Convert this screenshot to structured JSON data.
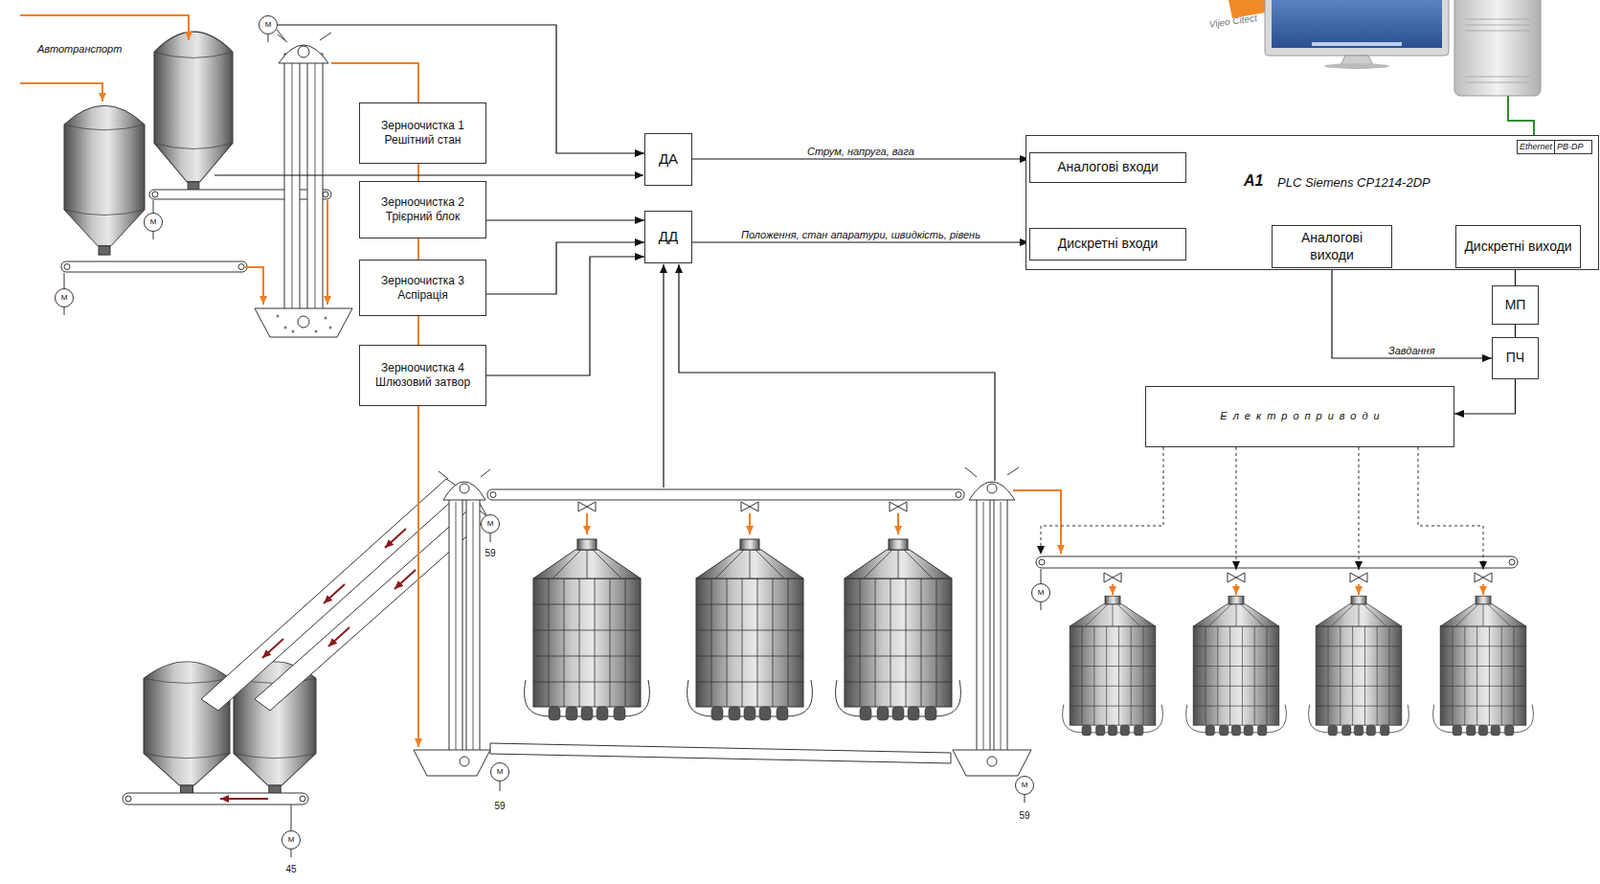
{
  "diagram": {
    "nodes": [
      {
        "text": [
          "M"
        ]
      },
      {
        "text": [
          "Зерноочистка 1 Решітний стан"
        ]
      },
      {
        "text": [
          "Зерноочистка 2 Трієрний блок"
        ]
      },
      {
        "text": [
          "Зерноочистка 3 Аспірація"
        ]
      },
      {
        "text": [
          "Зерноочистка 4 Шлюзовий затвор"
        ]
      },
      {
        "text": [
          "ДА"
        ]
      },
      {
        "text": [
          "ДД"
        ]
      },
      {
        "text": [
          "A1",
          "PLC Siemens CP1214-2DP"
        ]
      },
      {
        "text": [
          "Ethernet"
        ],
        "in": 7
      },
      {
        "text": [
          "PB-DP"
        ],
        "in": 7
      },
      {
        "text": [
          "Аналогові входи"
        ],
        "in": 7
      },
      {
        "text": [
          "Дискретні входи"
        ],
        "in": 7
      },
      {
        "text": [
          "Аналогові виходи"
        ],
        "in": 7
      },
      {
        "text": [
          "Дискретні виходи"
        ],
        "in": 7
      },
      {
        "text": [
          "МП"
        ]
      },
      {
        "text": [
          "ПЧ"
        ]
      },
      {
        "text": [
          "Електроприводи"
        ]
      },
      {
        "text": [
          "M"
        ]
      },
      {
        "text": [
          "M"
        ]
      },
      {
        "text": [
          "M"
        ]
      },
      {
        "text": [
          "M"
        ]
      },
      {
        "text": [
          "M"
        ]
      },
      {
        "text": [
          "M"
        ]
      },
      {
        "text": [
          "M"
        ]
      }
    ],
    "edges": [
      {
        "from": 0,
        "to": 5,
        "arrow": "to"
      },
      {
        "from": 2,
        "to": 6,
        "arrow": "to"
      },
      {
        "from": 3,
        "to": 6,
        "arrow": "to"
      },
      {
        "from": 4,
        "to": 6,
        "arrow": "to"
      },
      {
        "from": 5,
        "to": 10,
        "arrow": "to",
        "label": "Струм, напруга, вага"
      },
      {
        "from": 6,
        "to": 11,
        "arrow": "to",
        "label": "Положення, стан апаратури, швидкість, рівень"
      },
      {
        "from": 13,
        "to": 14,
        "arrow": "none"
      },
      {
        "from": 14,
        "to": 15,
        "arrow": "none"
      },
      {
        "from": 12,
        "to": 15,
        "arrow": "to",
        "label": "Завдання"
      },
      {
        "from": 15,
        "to": 16,
        "arrow": "to"
      }
    ],
    "labels": [
      "Автотранспорт",
      "Vijeo Citect",
      "59",
      "59",
      "59",
      "45"
    ]
  }
}
